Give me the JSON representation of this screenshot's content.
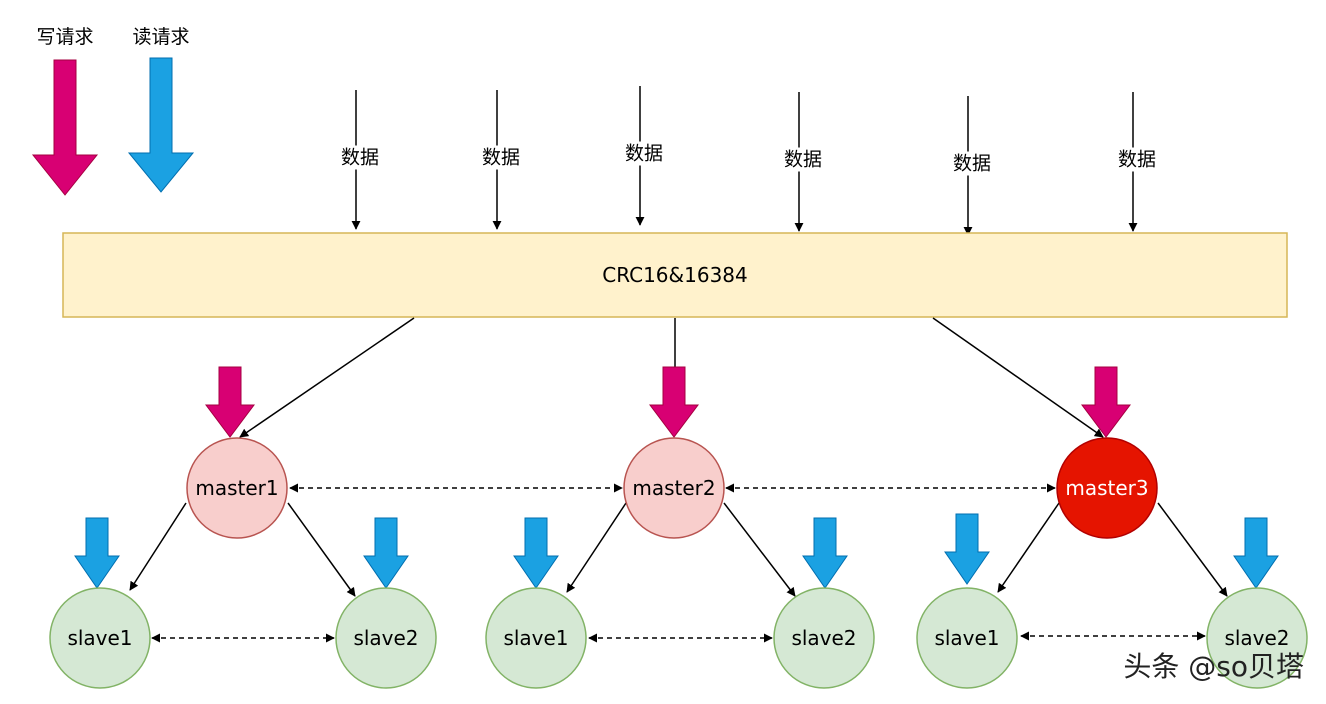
{
  "legend": {
    "write": {
      "label": "写请求",
      "color": "#d80073"
    },
    "read": {
      "label": "读请求",
      "color": "#1ba1e2"
    }
  },
  "data_arrows": [
    "数据",
    "数据",
    "数据",
    "数据",
    "数据",
    "数据"
  ],
  "hash_box": {
    "label": "CRC16&16384",
    "fill": "#fff2cc",
    "stroke": "#d6b656"
  },
  "masters": [
    {
      "label": "master1",
      "fill": "#f8cecc",
      "stroke": "#b85450",
      "text_color": "#000000"
    },
    {
      "label": "master2",
      "fill": "#f8cecc",
      "stroke": "#b85450",
      "text_color": "#000000"
    },
    {
      "label": "master3",
      "fill": "#e51400",
      "stroke": "#b20000",
      "text_color": "#ffffff"
    }
  ],
  "slaves": [
    {
      "label": "slave1"
    },
    {
      "label": "slave2"
    },
    {
      "label": "slave1"
    },
    {
      "label": "slave2"
    },
    {
      "label": "slave1"
    },
    {
      "label": "slave2"
    }
  ],
  "slave_style": {
    "fill": "#d5e8d4",
    "stroke": "#82b366"
  },
  "watermark": "头条 @so贝塔"
}
